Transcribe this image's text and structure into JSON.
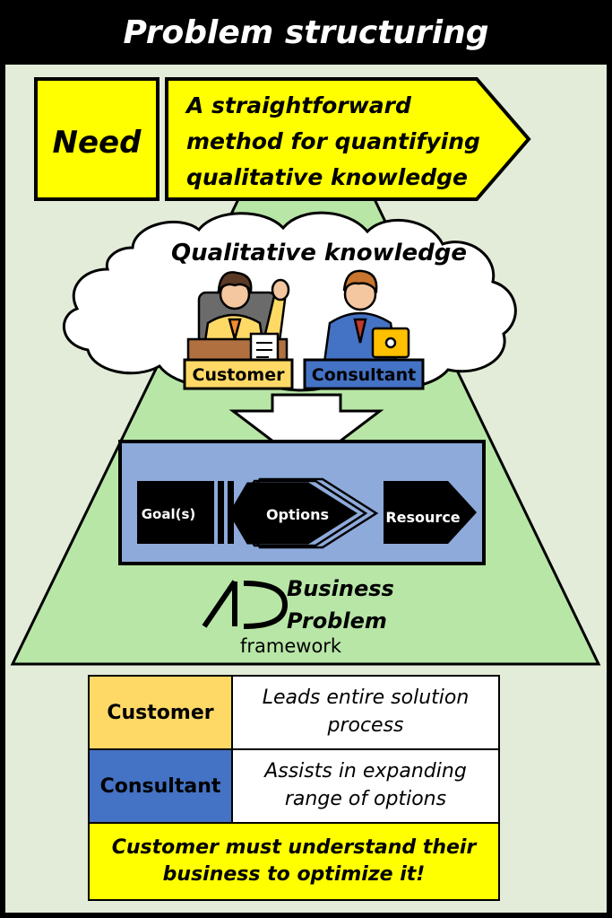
{
  "title": "Problem structuring",
  "need": {
    "label": "Need",
    "line1": "A straightforward",
    "line2": "method for quantifying",
    "line3": "qualitative knowledge"
  },
  "cloud": {
    "label": "Qualitative knowledge"
  },
  "people": {
    "customer": "Customer",
    "consultant": "Consultant"
  },
  "framework": {
    "goals": "Goal(s)",
    "options": "Options",
    "resource": "Resource",
    "brand_line1": "Business",
    "brand_line2": "Problem",
    "brand_line3": "framework"
  },
  "legend": {
    "customer_role": "Customer",
    "customer_desc_1": "Leads entire solution",
    "customer_desc_2": "process",
    "consultant_role": "Consultant",
    "consultant_desc_1": "Assists in expanding",
    "consultant_desc_2": "range of options",
    "note_1": "Customer must understand their",
    "note_2": "business to optimize it!"
  },
  "colors": {
    "background": "#e3ecd8",
    "trapezoid": "#b8e6a6",
    "yellow": "#ffff00",
    "customer": "#ffd966",
    "consultant": "#4472c4",
    "framework_box": "#8eaadb"
  }
}
